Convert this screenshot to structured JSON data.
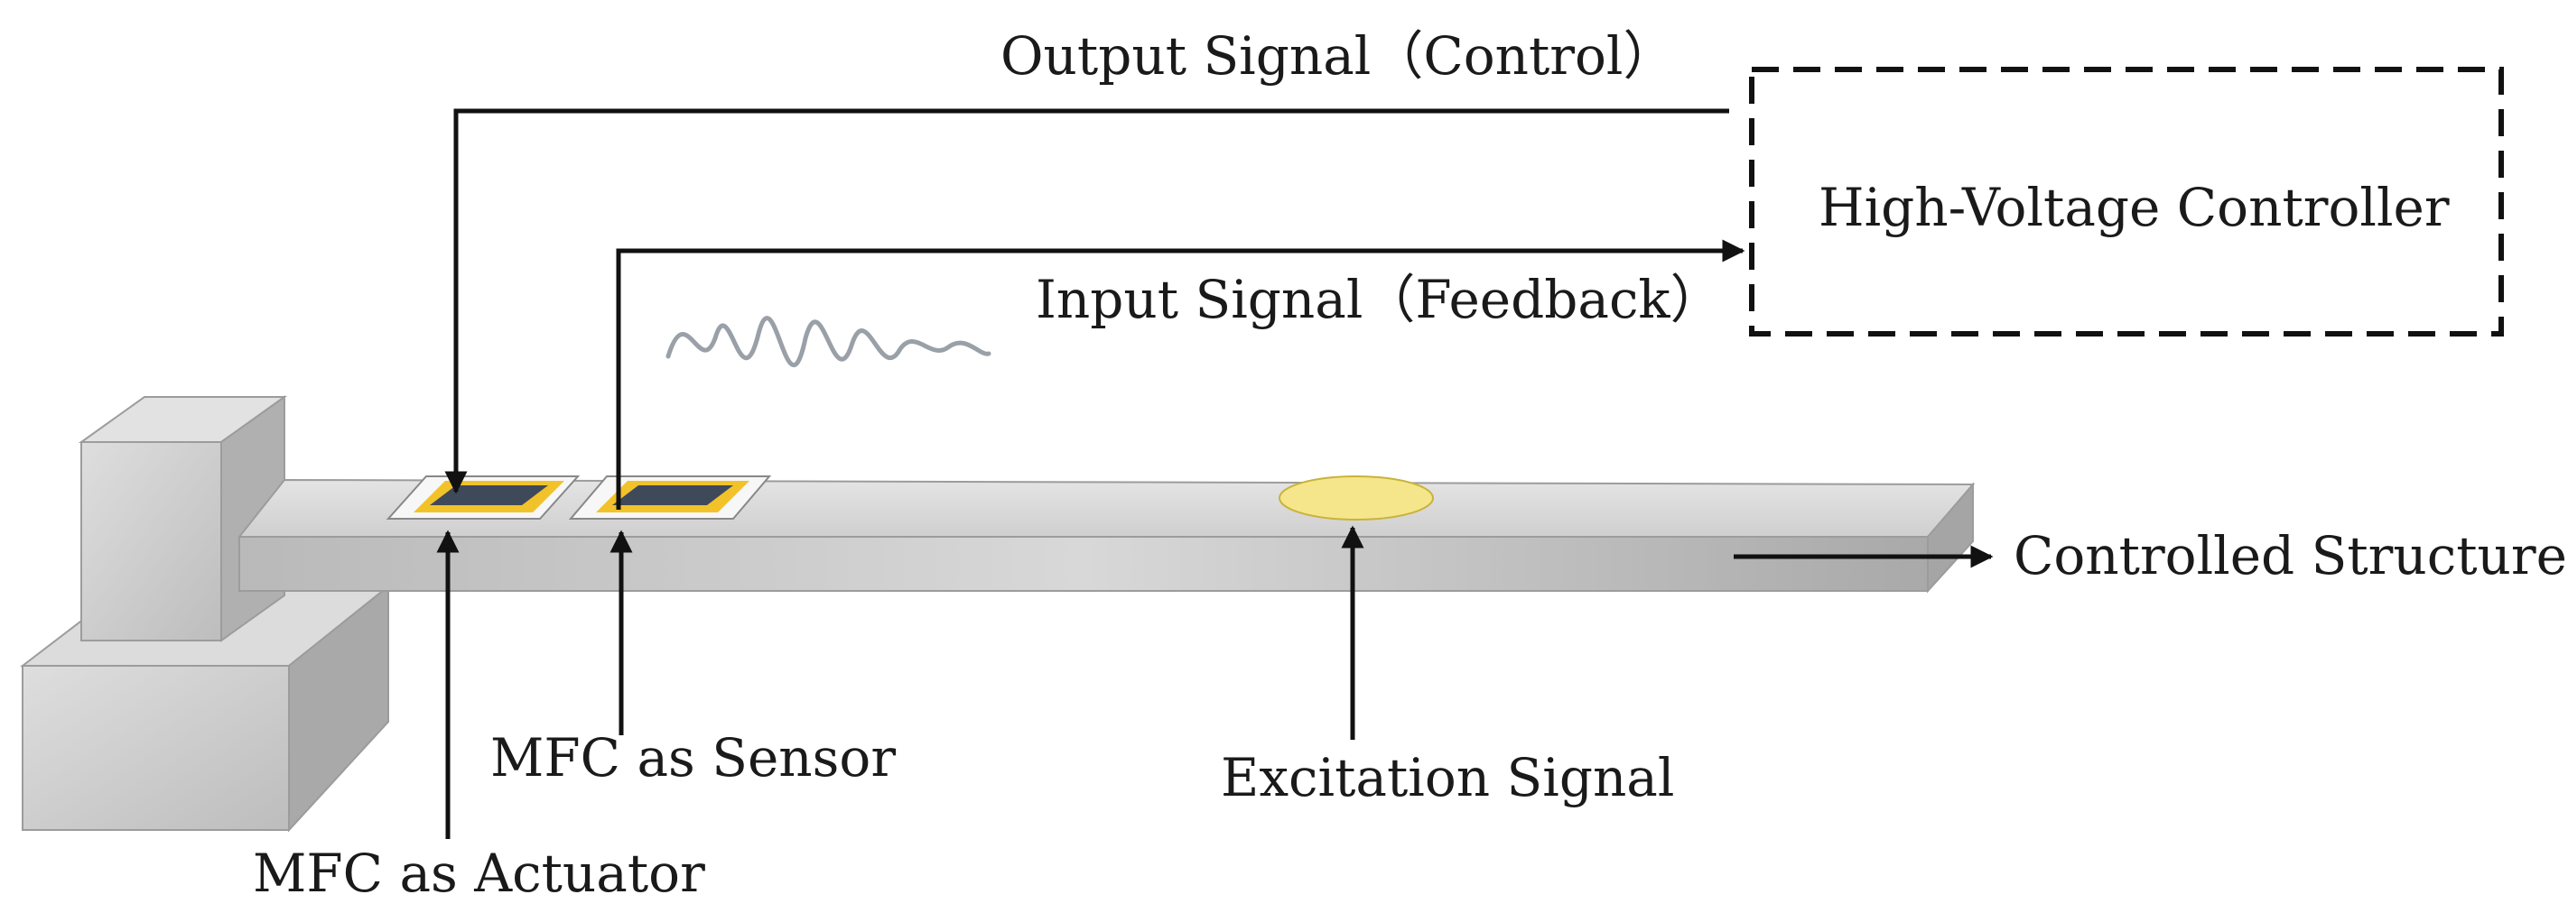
{
  "labels": {
    "output_signal": "Output Signal（Control）",
    "input_signal": "Input Signal（Feedback）",
    "controller": "High-Voltage Controller",
    "controlled_structure": "Controlled Structure",
    "mfc_sensor": "MFC as Sensor",
    "mfc_actuator": "MFC as Actuator",
    "excitation_signal": "Excitation Signal"
  },
  "colors": {
    "beam": "#c9c9c9",
    "patch_frame": "#f2c22a",
    "patch_core": "#3e4a5a",
    "excitation_spot": "#f5e68c",
    "wave": "#9aa0a8",
    "line": "#111111"
  }
}
